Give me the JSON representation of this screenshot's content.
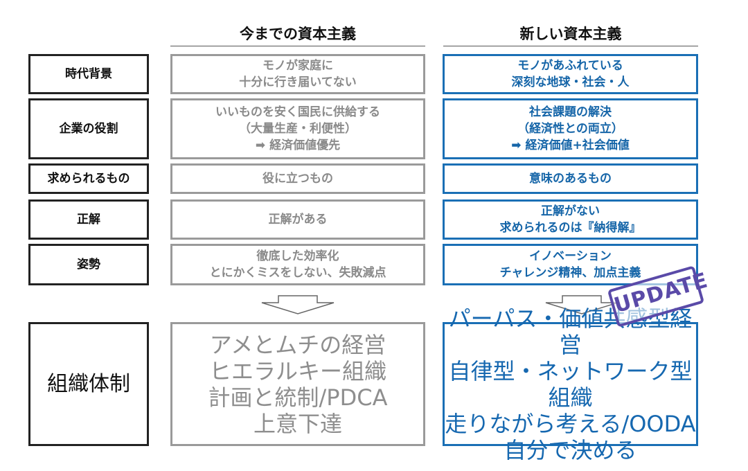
{
  "headers": {
    "old": "今までの資本主義",
    "new": "新しい資本主義"
  },
  "rows": [
    {
      "label": "時代背景",
      "old": [
        "モノが家庭に",
        "十分に行き届いてない"
      ],
      "new": [
        "モノがあふれている",
        "深刻な地球・社会・人"
      ]
    },
    {
      "label": "企業の役割",
      "old": [
        "いいものを安く国民に供給する",
        "（大量生産・利便性）",
        "➡ 経済価値優先"
      ],
      "new": [
        "社会課題の解決",
        "（経済性との両立）",
        "➡ 経済価値+社会価値"
      ]
    },
    {
      "label": "求められるもの",
      "old": [
        "役に立つもの"
      ],
      "new": [
        "意味のあるもの"
      ]
    },
    {
      "label": "正解",
      "old": [
        "正解がある"
      ],
      "new": [
        "正解がない",
        "求められるのは『納得解』"
      ]
    },
    {
      "label": "姿勢",
      "old": [
        "徹底した効率化",
        "とにかくミスをしない、失敗減点"
      ],
      "new": [
        "イノベーション",
        "チャレンジ精神、加点主義"
      ]
    }
  ],
  "bottom": {
    "label": "組織体制",
    "old": [
      "アメとムチの経営",
      "ヒエラルキー組織",
      "計画と統制/PDCA",
      "上意下達"
    ],
    "new": [
      "パーパス・価値共感型経営",
      "自律型・ネットワーク型組織",
      "走りながら考える/OODA",
      "自分で決める"
    ]
  },
  "stamp": "UPDATE",
  "colors": {
    "label_border": "#222222",
    "old_border": "#9a9a9a",
    "old_text": "#8a8a8a",
    "new_border": "#1a6fb5",
    "new_text": "#1565a8",
    "stamp": "#5a4aa8"
  }
}
